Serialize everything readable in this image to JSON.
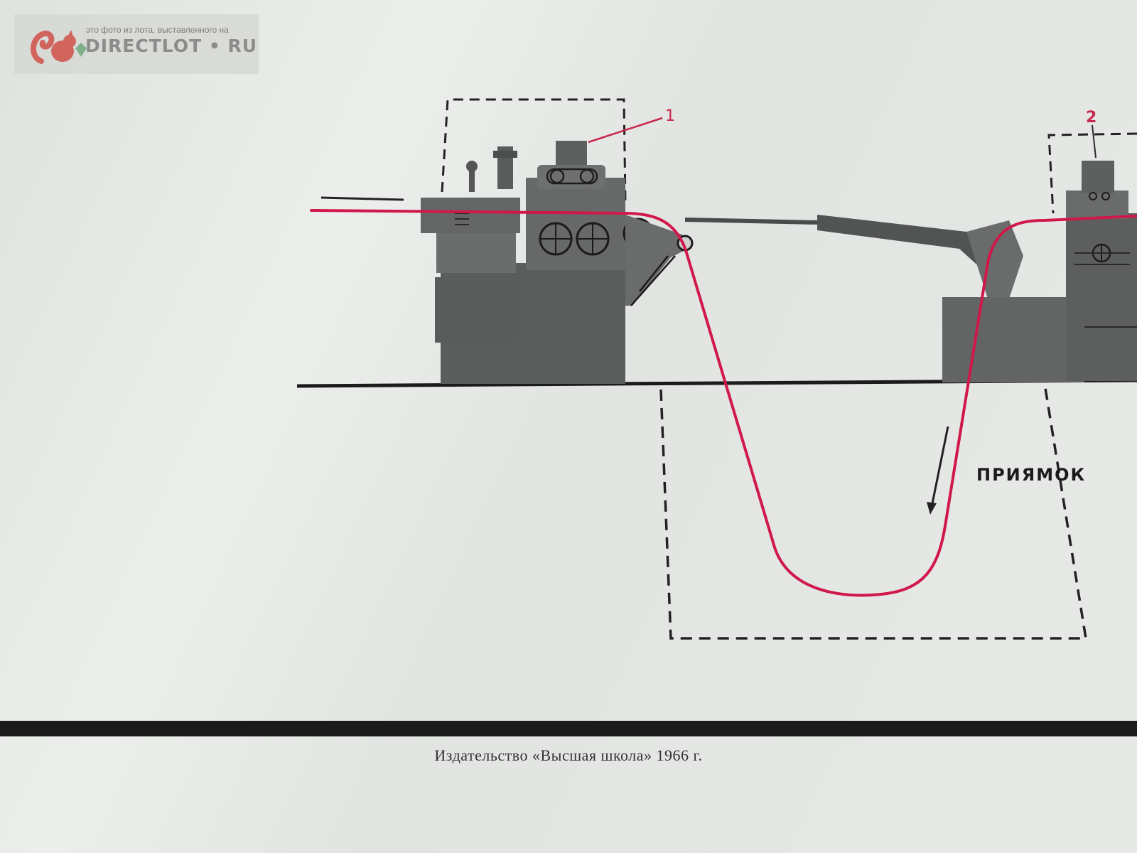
{
  "watermark": {
    "caption": "это фото из лота, выставленного на",
    "brand": "DIRECTLOT • RU"
  },
  "diagram": {
    "callouts": [
      {
        "id": "machine-1",
        "label": "1"
      },
      {
        "id": "machine-2",
        "label": "2"
      }
    ],
    "pit_label": "ПРИЯМОК"
  },
  "footer": {
    "publisher_line": "Издательство «Высшая школа» 1966 г."
  },
  "colors": {
    "paper": "#e7eae6",
    "machine_fill": "#5b5d5c",
    "ink": "#1b1b1b",
    "strip_red": "#d0184a",
    "callout_red": "#c8284e"
  }
}
